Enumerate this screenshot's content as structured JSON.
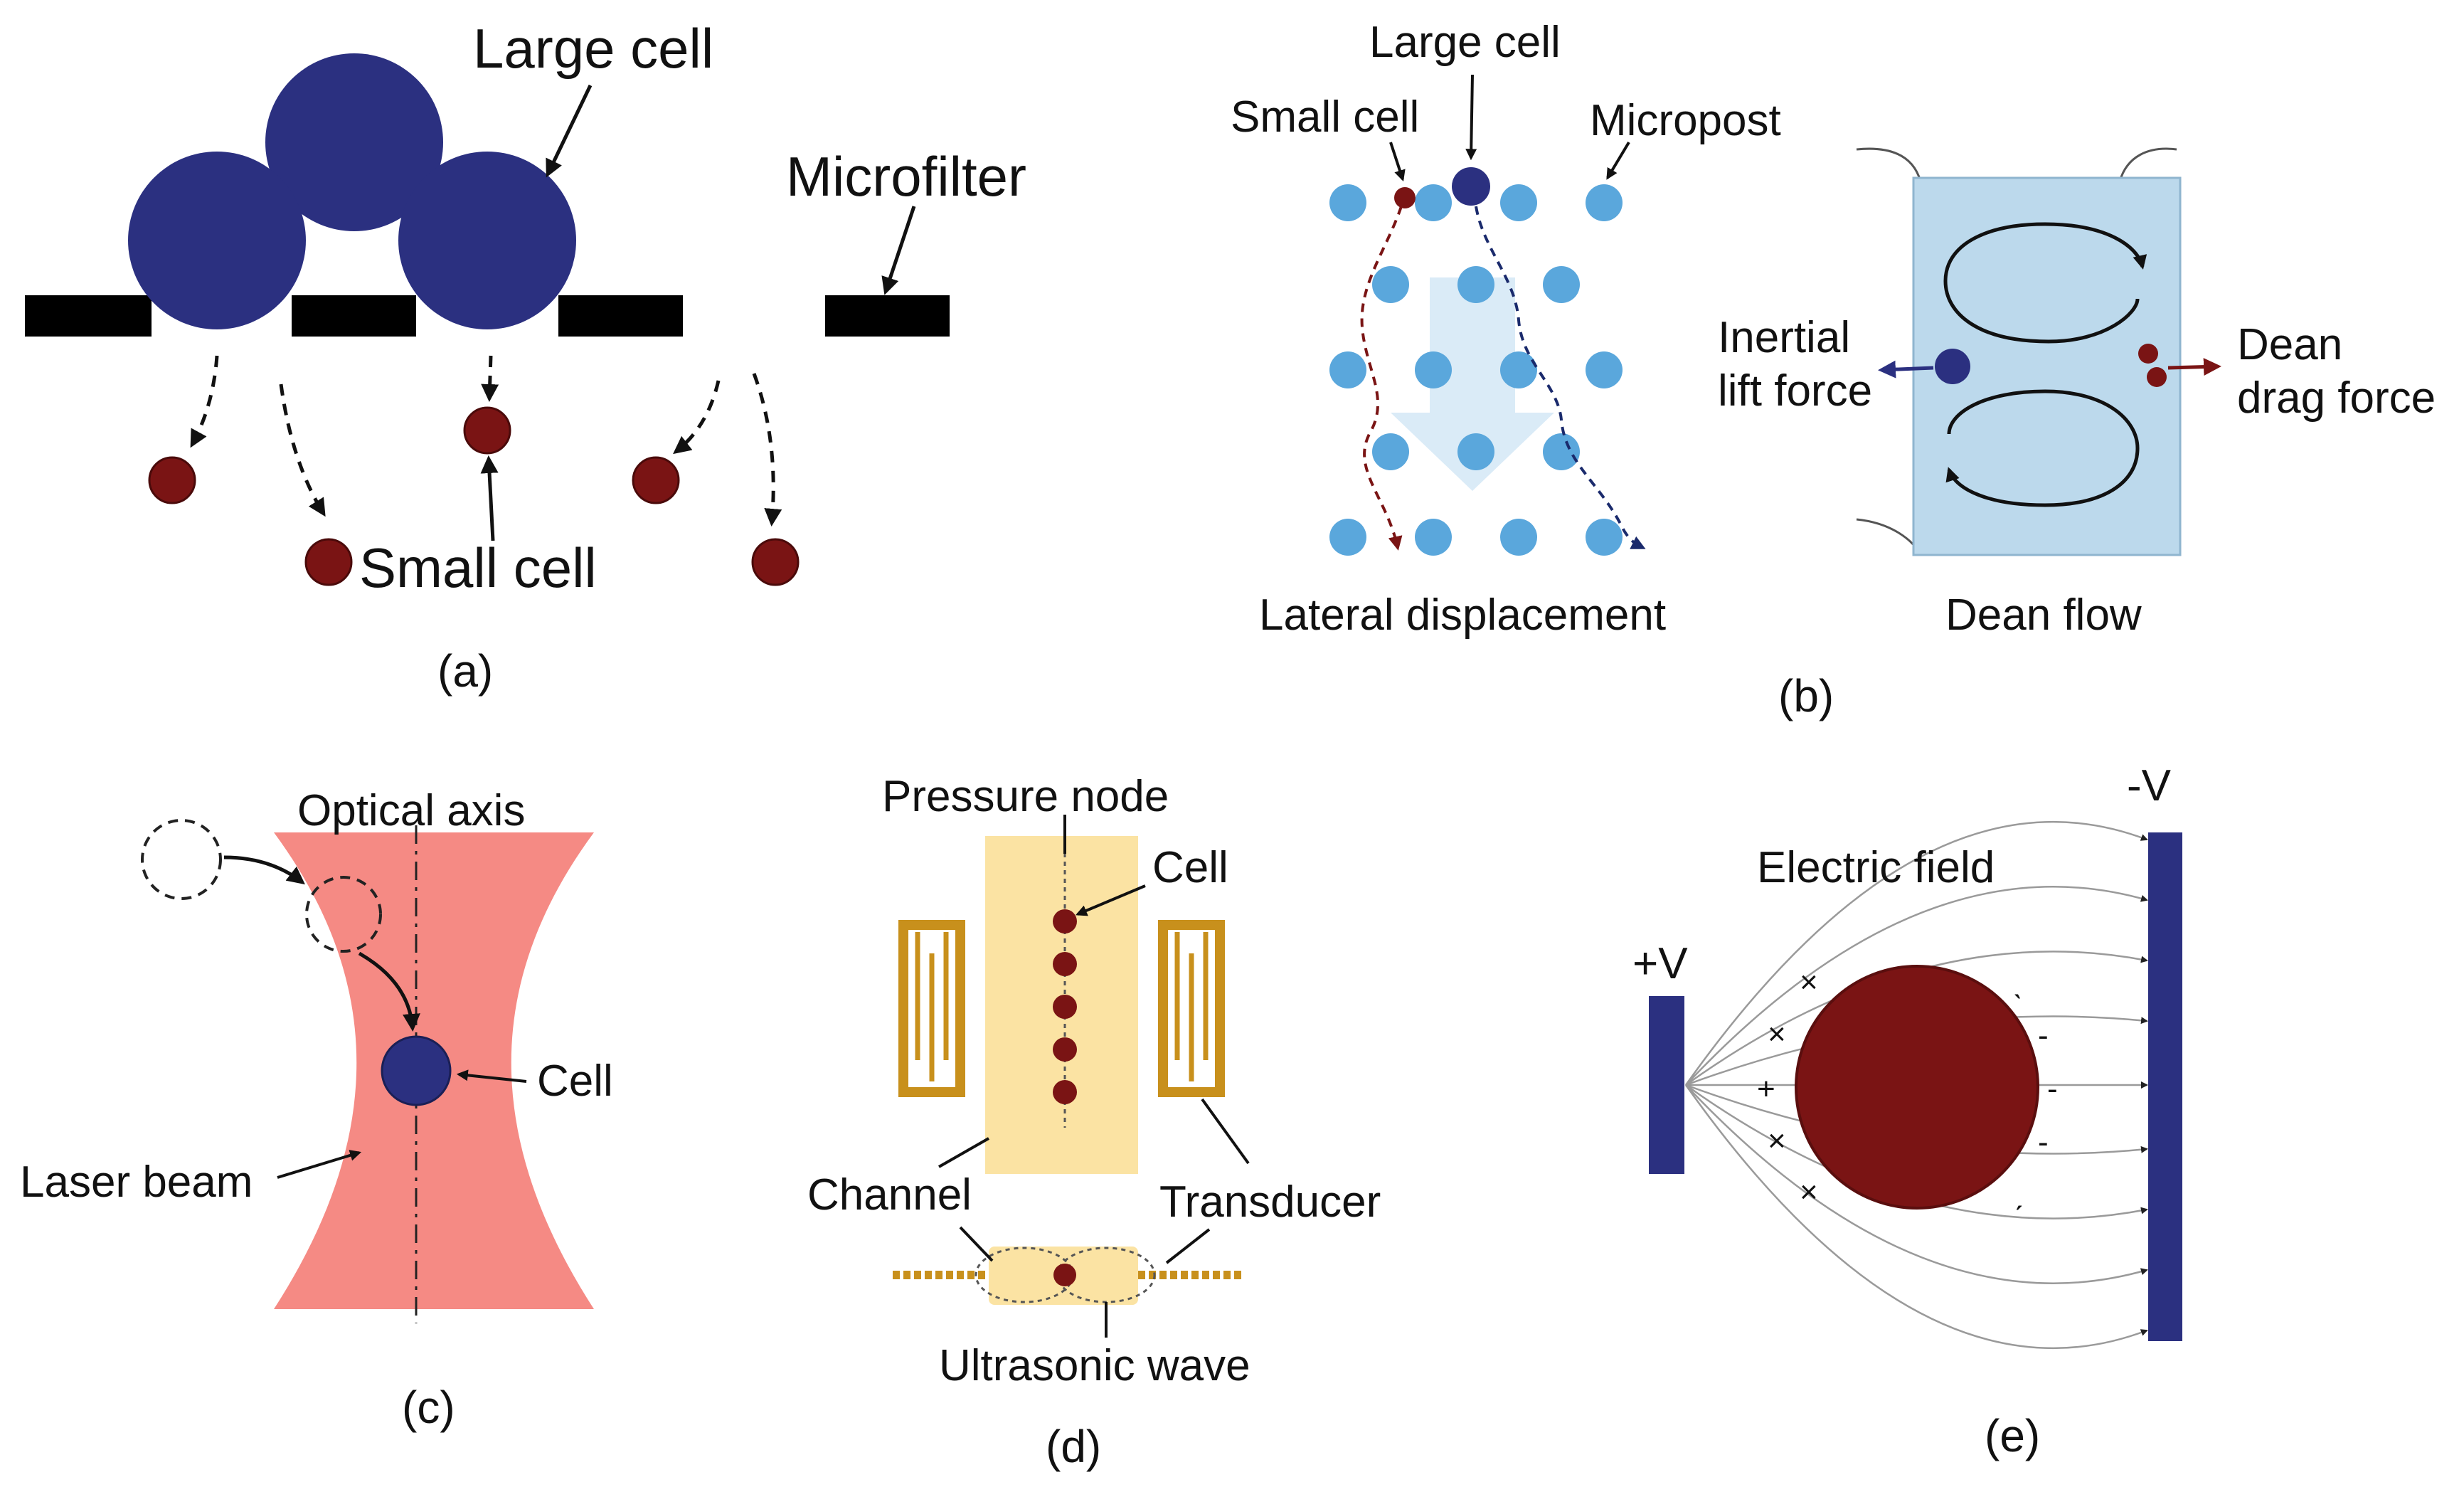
{
  "colors": {
    "large_cell": "#2b3080",
    "small_cell": "#7a1414",
    "filter": "#000000",
    "micropost": "#5aa7dc",
    "dean_channel": "#bcd9ec",
    "laser_beam": "#f58a84",
    "channel_fill": "#fbe3a3",
    "transducer": "#c8901c",
    "electrode": "#2b3080"
  },
  "panel_a": {
    "large_cell": "Large cell",
    "microfilter": "Microfilter",
    "small_cell": "Small cell",
    "label": "(a)"
  },
  "panel_b": {
    "large_cell": "Large cell",
    "small_cell": "Small cell",
    "micropost": "Micropost",
    "lateral_displacement": "Lateral displacement",
    "inertial_lift_1": "Inertial",
    "inertial_lift_2": "lift force",
    "dean_drag_1": "Dean",
    "dean_drag_2": "drag force",
    "dean_flow": "Dean flow",
    "label": "(b)"
  },
  "panel_c": {
    "optical_axis": "Optical axis",
    "cell": "Cell",
    "laser_beam": "Laser beam",
    "label": "(c)"
  },
  "panel_d": {
    "pressure_node": "Pressure node",
    "cell": "Cell",
    "channel": "Channel",
    "transducer": "Transducer",
    "ultrasonic_wave": "Ultrasonic wave",
    "label": "(d)"
  },
  "panel_e": {
    "minus_v": "-V",
    "plus_v": "+V",
    "electric_field": "Electric field",
    "label": "(e)"
  }
}
